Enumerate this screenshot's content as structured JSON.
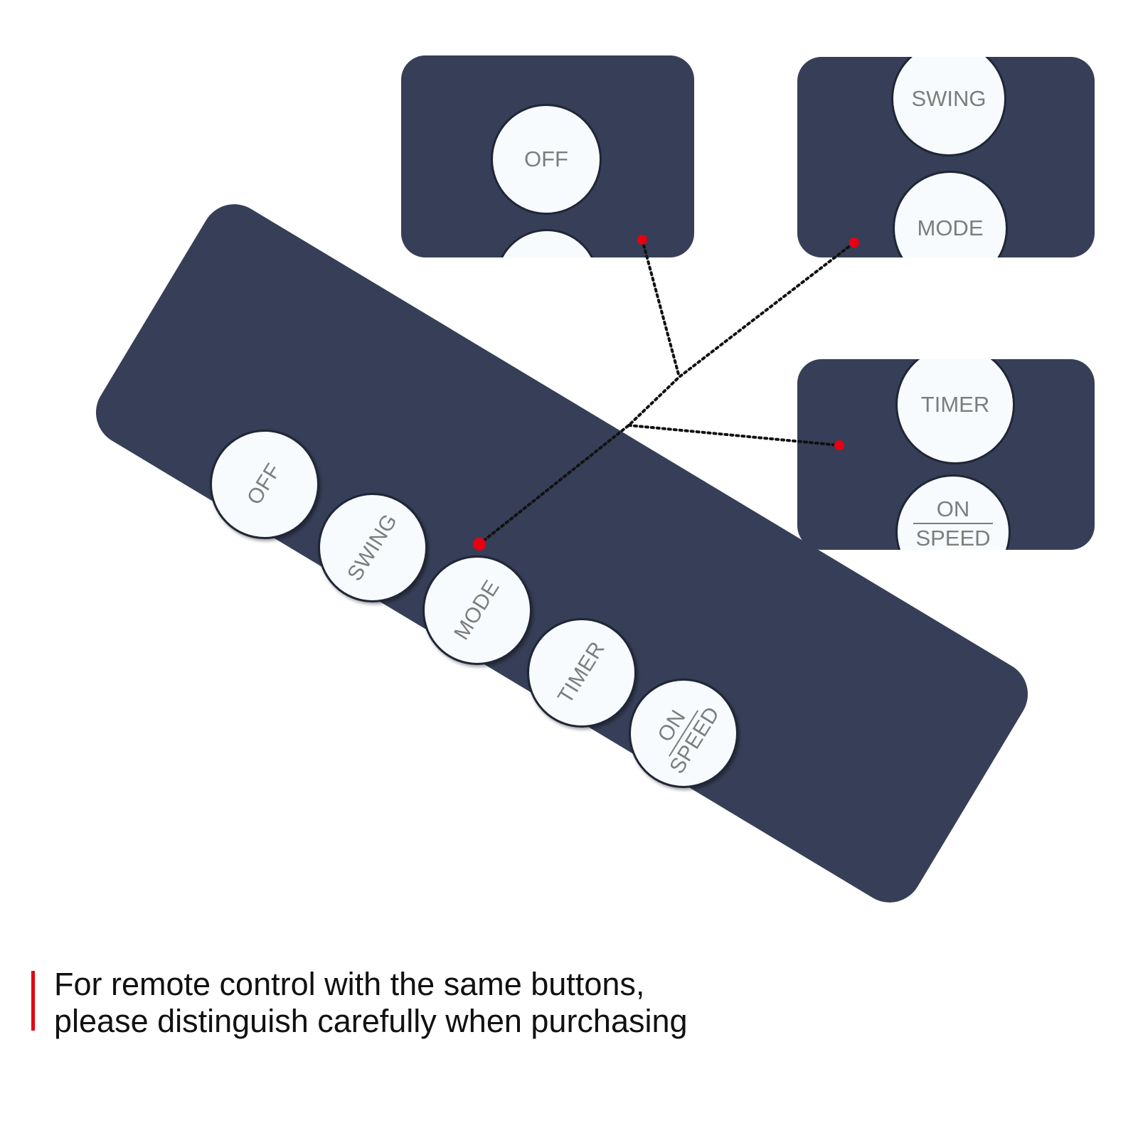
{
  "remote": {
    "buttons": [
      {
        "label": "OFF"
      },
      {
        "label": "SWING"
      },
      {
        "label": "MODE"
      },
      {
        "label": "TIMER"
      },
      {
        "label_top": "ON",
        "label_bottom": "SPEED"
      }
    ]
  },
  "zoom_panels": {
    "panel_1": {
      "button": "OFF"
    },
    "panel_2": {
      "button_a": "SWING",
      "button_b": "MODE"
    },
    "panel_3": {
      "button_a": "TIMER",
      "button_b_top": "ON",
      "button_b_bottom": "SPEED"
    }
  },
  "caption": {
    "line1": "For remote control with the same buttons,",
    "line2": "please distinguish carefully when purchasing"
  },
  "colors": {
    "remote_body": "#363f57",
    "button_face": "#f8fbfd",
    "marker_dot": "#e60012",
    "caption_accent": "#e60012"
  }
}
